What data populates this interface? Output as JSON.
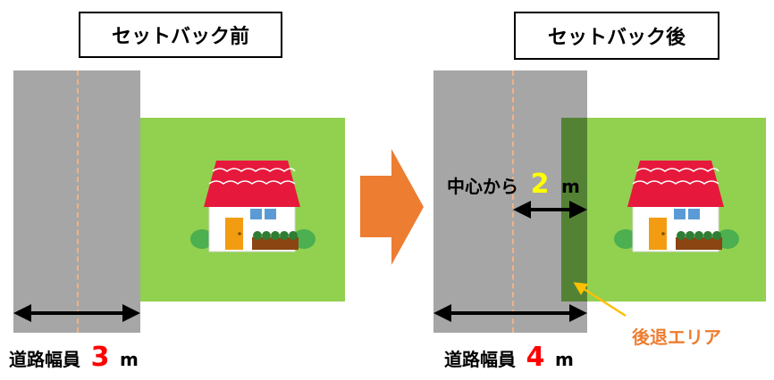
{
  "before": {
    "title": "セットバック前",
    "width_label_prefix": "道路幅員",
    "width_value": "3",
    "width_unit": "m"
  },
  "after": {
    "title": "セットバック後",
    "width_label_prefix": "道路幅員",
    "width_value": "4",
    "width_unit": "m",
    "center_label_prefix": "中心から",
    "center_value": "2",
    "center_unit": "m",
    "setback_area_label": "後退エリア"
  },
  "colors": {
    "road": "#a6a6a6",
    "center_line": "#f4b183",
    "lot": "#92d050",
    "setback_area": "#548235",
    "arrow": "#ed7d31",
    "pointer": "#ffc000",
    "highlight_red": "#ff0000",
    "highlight_yellow": "#ffff00"
  }
}
